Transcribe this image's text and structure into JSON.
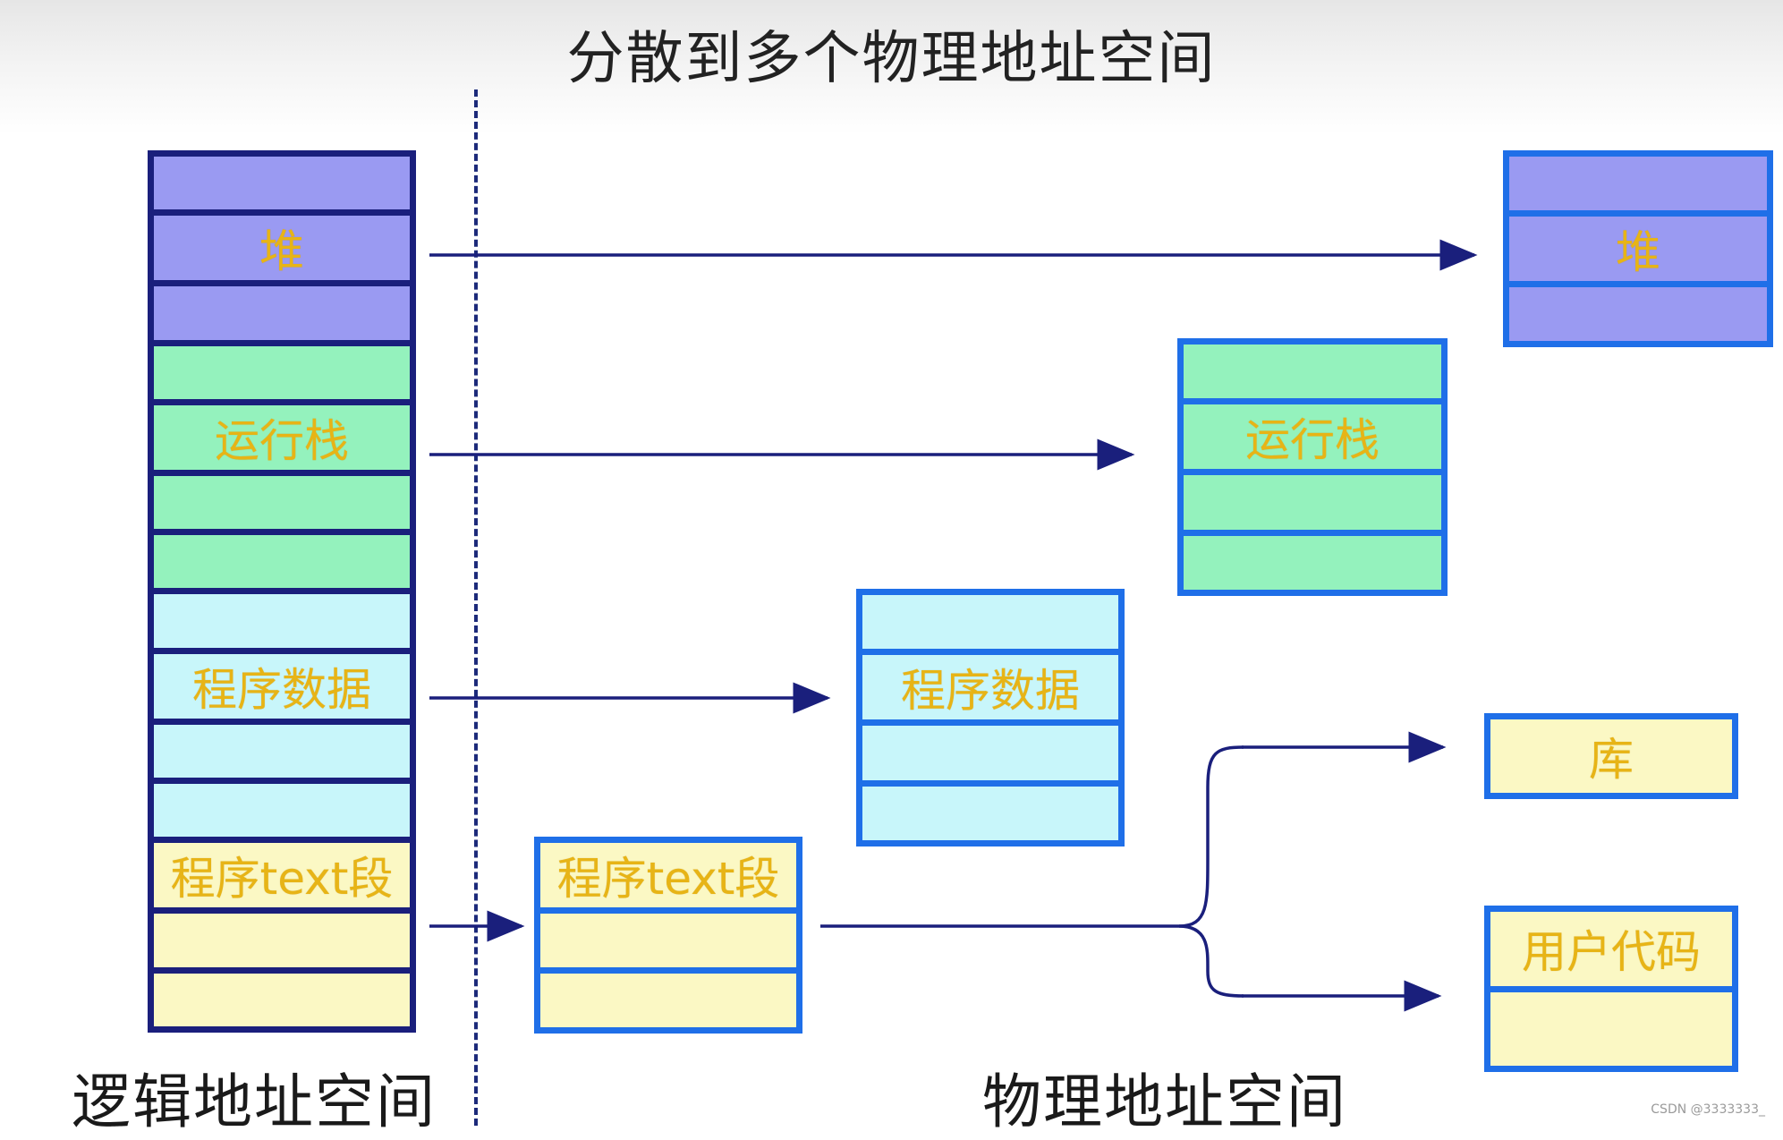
{
  "title": "分散到多个物理地址空间",
  "captions": {
    "logical": "逻辑地址空间",
    "physical": "物理地址空间"
  },
  "logical_space": {
    "rows": [
      {
        "segment": "heap",
        "label": ""
      },
      {
        "segment": "heap",
        "label": "堆"
      },
      {
        "segment": "heap",
        "label": ""
      },
      {
        "segment": "stack",
        "label": ""
      },
      {
        "segment": "stack",
        "label": "运行栈"
      },
      {
        "segment": "stack",
        "label": ""
      },
      {
        "segment": "stack",
        "label": ""
      },
      {
        "segment": "data",
        "label": ""
      },
      {
        "segment": "data",
        "label": "程序数据"
      },
      {
        "segment": "data",
        "label": ""
      },
      {
        "segment": "data",
        "label": ""
      },
      {
        "segment": "text",
        "label": "程序text段"
      },
      {
        "segment": "text",
        "label": ""
      },
      {
        "segment": "text",
        "label": ""
      }
    ]
  },
  "physical_blocks": {
    "heap": {
      "rows": [
        "",
        "堆",
        ""
      ]
    },
    "stack": {
      "rows": [
        "",
        "运行栈",
        "",
        ""
      ]
    },
    "data": {
      "rows": [
        "",
        "程序数据",
        "",
        ""
      ]
    },
    "text": {
      "rows": [
        "程序text段",
        "",
        ""
      ]
    },
    "lib": {
      "rows": [
        "库"
      ]
    },
    "user_code": {
      "rows": [
        "用户代码",
        ""
      ]
    }
  },
  "mappings": [
    {
      "from": "堆",
      "to": "heap"
    },
    {
      "from": "运行栈",
      "to": "stack"
    },
    {
      "from": "程序数据",
      "to": "data"
    },
    {
      "from": "程序text段",
      "to": "text"
    },
    {
      "from": "text",
      "to": [
        "lib",
        "user_code"
      ]
    }
  ],
  "colors": {
    "heap": "#9a9af2",
    "stack": "#94f2bd",
    "data": "#c8f6fa",
    "text": "#fbf8c4",
    "label": "#e7b416",
    "logical_border": "#1a1f7c",
    "physical_border": "#1f6fe8",
    "arrow": "#1a1f7c"
  },
  "watermark": "CSDN @3333333_"
}
